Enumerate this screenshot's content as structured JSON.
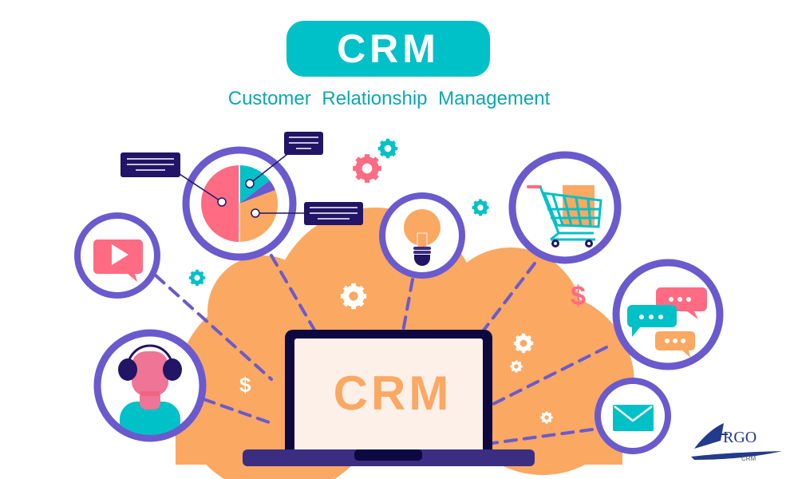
{
  "header": {
    "title": "CRM",
    "subtitle": "Customer Relationship Management"
  },
  "laptop": {
    "screen_text": "CRM"
  },
  "logo": {
    "name": "RGO",
    "sub": "CRM"
  },
  "icons": {
    "dollar_symbol": "$"
  },
  "colors": {
    "teal": "#00c0c8",
    "subtitle_teal": "#0ea7b0",
    "purple_ring": "#6a5acd",
    "navy": "#221466",
    "orange": "#fba862",
    "pink": "#ff6b82",
    "screen_bg": "#fdf0e9"
  },
  "feature_bubbles": [
    {
      "name": "analytics-pie-chart"
    },
    {
      "name": "video-message"
    },
    {
      "name": "customer-support-agent"
    },
    {
      "name": "idea-lightbulb"
    },
    {
      "name": "shopping-cart"
    },
    {
      "name": "chat-conversations"
    },
    {
      "name": "email"
    }
  ]
}
